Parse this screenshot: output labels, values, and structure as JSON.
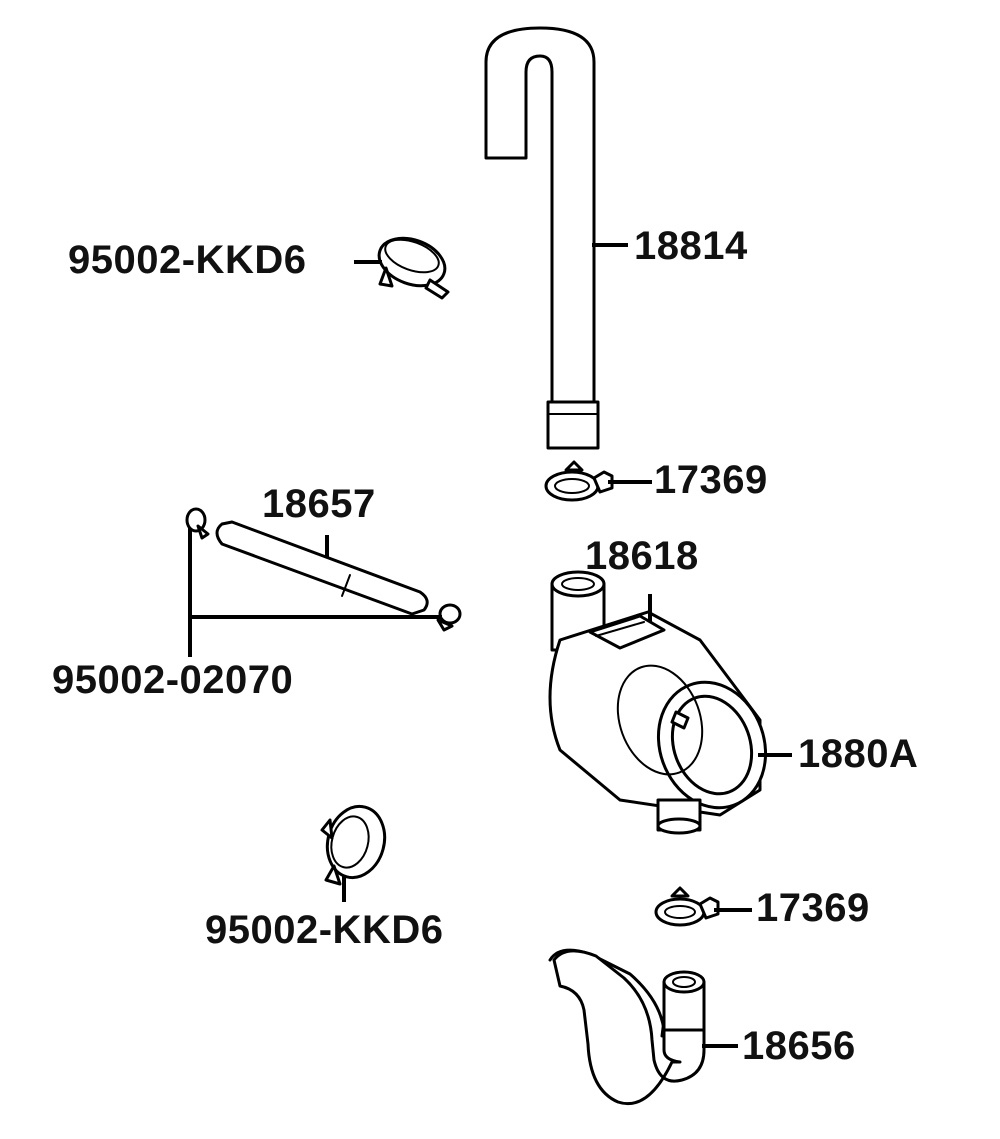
{
  "callouts": {
    "hose_upper": "18814",
    "clamp_upper_left": "95002-KKD6",
    "clip_upper": "17369",
    "tube_small": "18657",
    "clip_pair": "95002-02070",
    "valve_body": "18618",
    "valve_assembly": "1880A",
    "clamp_lower_left": "95002-KKD6",
    "clip_lower": "17369",
    "hose_lower": "18656"
  }
}
